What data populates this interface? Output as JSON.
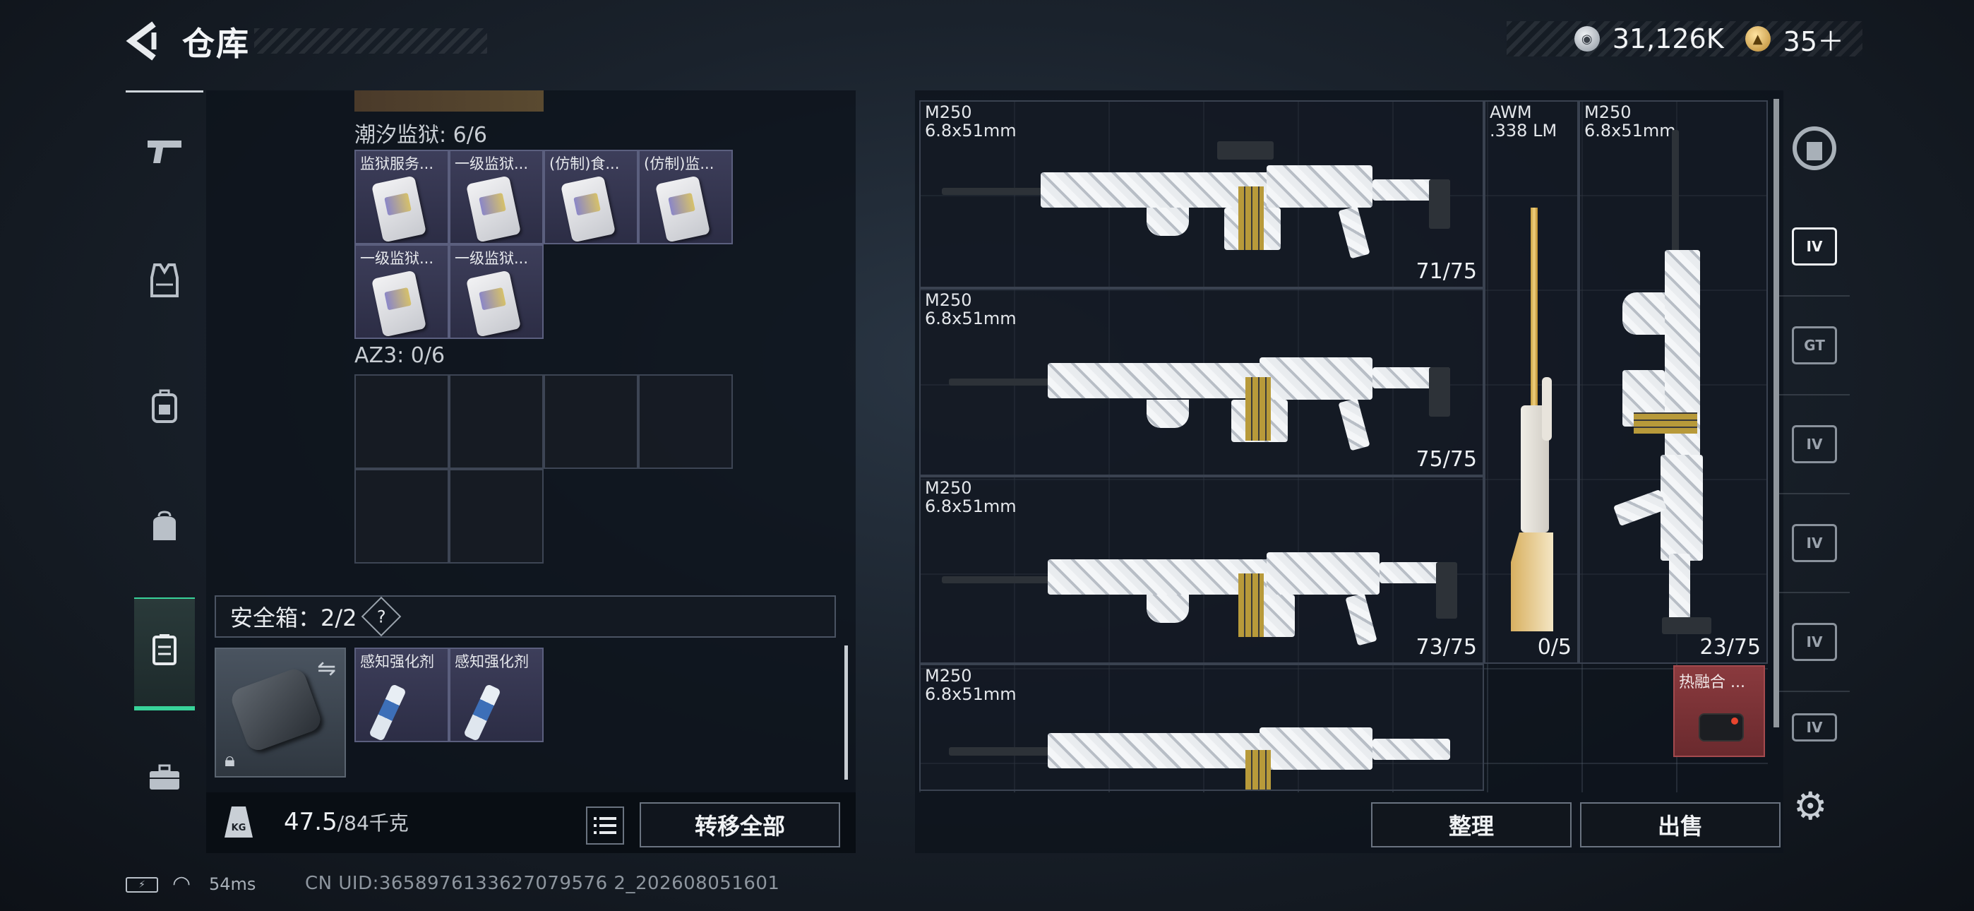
{
  "header": {
    "title": "仓库",
    "currency": [
      {
        "icon": "silver-coin-icon",
        "value": "31,126K"
      },
      {
        "icon": "gold-coin-icon",
        "value": "35＋"
      }
    ]
  },
  "left_nav": {
    "items": [
      {
        "name": "pistol-icon",
        "glyph": "⌐"
      },
      {
        "name": "vest-icon",
        "glyph": "⛨"
      },
      {
        "name": "backpack-icon",
        "glyph": "◫"
      },
      {
        "name": "bag-icon",
        "glyph": "◓"
      },
      {
        "name": "container-icon",
        "glyph": "▤",
        "active": true
      },
      {
        "name": "briefcase-icon",
        "glyph": "▬"
      }
    ]
  },
  "storage": {
    "sections": [
      {
        "label": "潮汐监狱: 6/6",
        "items": [
          {
            "label": "监狱服务..."
          },
          {
            "label": "一级监狱..."
          },
          {
            "label": "(仿制)食..."
          },
          {
            "label": "(仿制)监..."
          },
          {
            "label": "一级监狱..."
          },
          {
            "label": "一级监狱..."
          }
        ]
      },
      {
        "label": "AZ3: 0/6",
        "items": []
      }
    ],
    "safebox": {
      "label": "安全箱：2/2",
      "help": "?",
      "items": [
        {
          "label": "感知强化剂"
        },
        {
          "label": "感知强化剂"
        }
      ]
    },
    "weight": {
      "current": "47.5",
      "max_unit": "/84千克",
      "icon_text": "KG"
    },
    "transfer_all": "转移全部"
  },
  "inventory": {
    "weapons": [
      {
        "name": "M250",
        "caliber": "6.8x51mm",
        "ammo": "71/75"
      },
      {
        "name": "M250",
        "caliber": "6.8x51mm",
        "ammo": "75/75"
      },
      {
        "name": "M250",
        "caliber": "6.8x51mm",
        "ammo": "73/75"
      },
      {
        "name": "M250",
        "caliber": "6.8x51mm",
        "ammo": ""
      },
      {
        "name": "AWM",
        "caliber": ".338 LM",
        "ammo": "0/5"
      },
      {
        "name": "M250",
        "caliber": "6.8x51mm",
        "ammo": "23/75"
      }
    ],
    "attachment": {
      "label": "热融合 ..."
    },
    "sort_button": "整理",
    "sell_button": "出售"
  },
  "right_nav": {
    "items": [
      {
        "name": "base-icon",
        "glyph": ""
      },
      {
        "name": "weapon-tab-iv-icon",
        "glyph": "IV",
        "active": true
      },
      {
        "name": "weapon-tab-gt-icon",
        "glyph": "GT"
      },
      {
        "name": "armor-tab-iv-icon",
        "glyph": "IV"
      },
      {
        "name": "helmet-tab-iv-icon",
        "glyph": "IV"
      },
      {
        "name": "helmet-tab-iv-2-icon",
        "glyph": "IV"
      },
      {
        "name": "gear-tab-iv-icon",
        "glyph": "IV"
      }
    ]
  },
  "status_bar": {
    "ping": "54ms",
    "uid": "CN UID:3658976133627079576 2_202608051601"
  },
  "colors": {
    "accent": "#38d39a",
    "item_bg": "#3d3e5a",
    "attachment_bg": "#8a3a3e"
  }
}
